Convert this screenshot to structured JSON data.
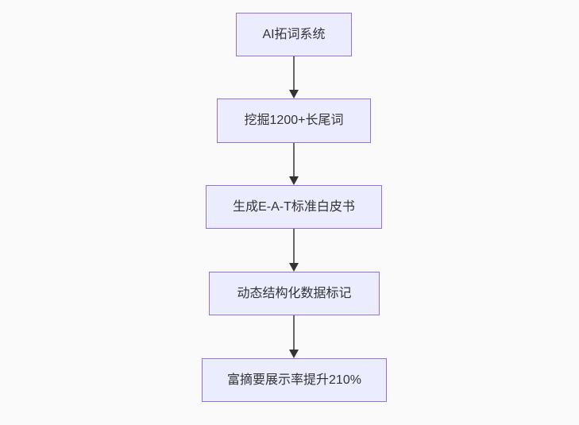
{
  "flowchart": {
    "type": "flowchart",
    "direction": "top-down",
    "nodes": [
      {
        "label": "AI拓词系统"
      },
      {
        "label": "挖掘1200+长尾词"
      },
      {
        "label": "生成E-A-T标准白皮书"
      },
      {
        "label": "动态结构化数据标记"
      },
      {
        "label": "富摘要展示率提升210%"
      }
    ],
    "edges": [
      {
        "from": 0,
        "to": 1
      },
      {
        "from": 1,
        "to": 2
      },
      {
        "from": 2,
        "to": 3
      },
      {
        "from": 3,
        "to": 4
      }
    ]
  },
  "colors": {
    "canvas-bg": "#fafafa",
    "node-fill": "#ECECFF",
    "node-border": "#9370DB",
    "node-text": "#333333",
    "edge-line": "#666666",
    "arrowhead": "#333333"
  }
}
